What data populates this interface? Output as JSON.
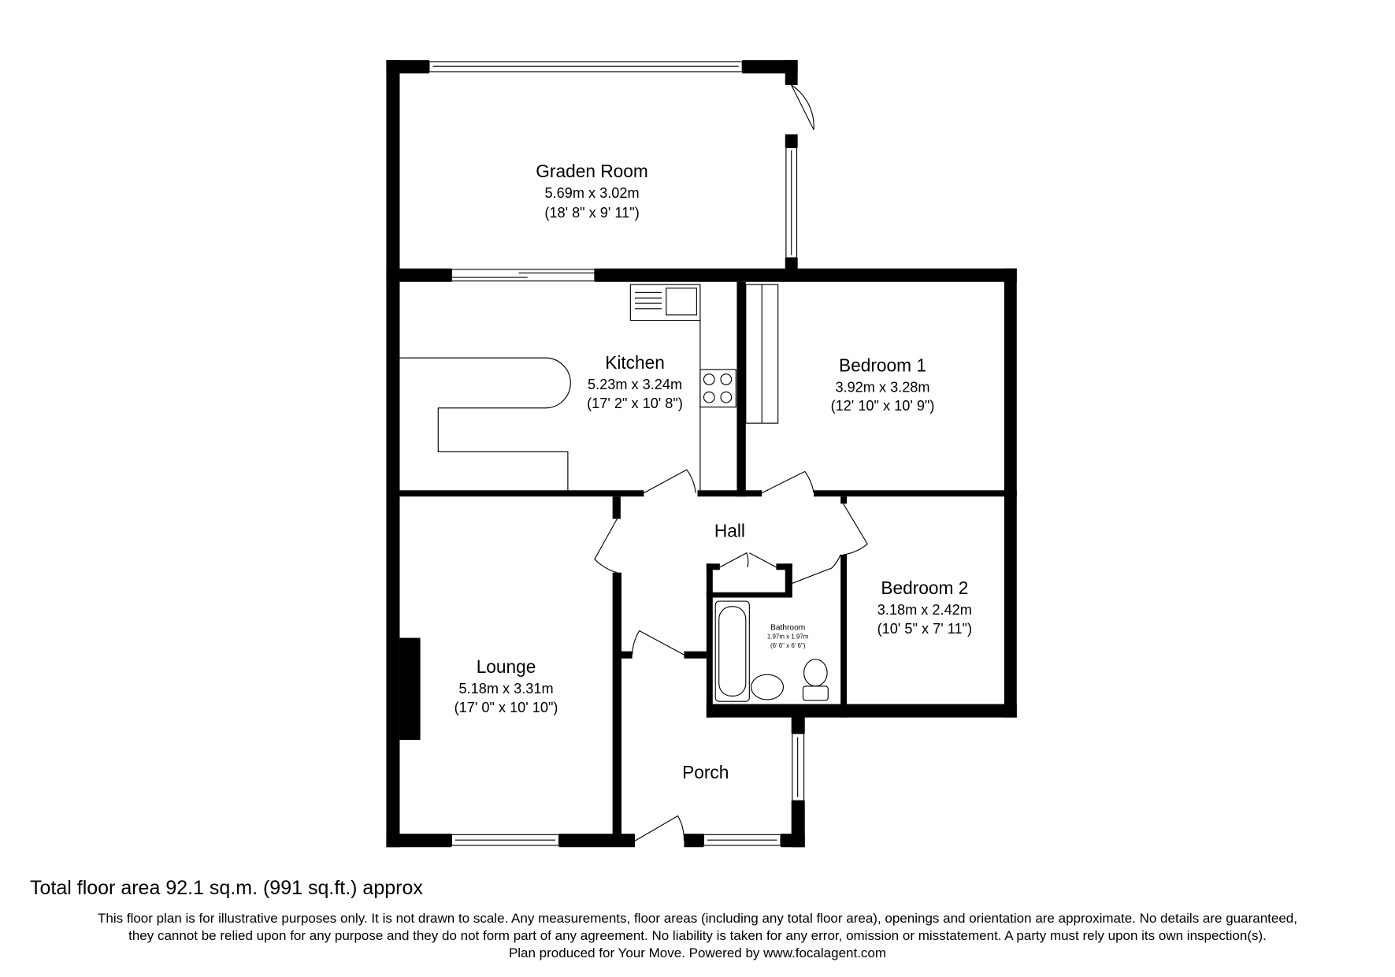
{
  "rooms": {
    "garden_room": {
      "name": "Graden Room",
      "metric": "5.69m x 3.02m",
      "imperial": "(18' 8\" x 9' 11\")"
    },
    "kitchen": {
      "name": "Kitchen",
      "metric": "5.23m x 3.24m",
      "imperial": "(17' 2\" x 10' 8\")"
    },
    "bedroom1": {
      "name": "Bedroom 1",
      "metric": "3.92m x 3.28m",
      "imperial": "(12' 10\" x 10' 9\")"
    },
    "hall": {
      "name": "Hall"
    },
    "bedroom2": {
      "name": "Bedroom 2",
      "metric": "3.18m x 2.42m",
      "imperial": "(10' 5\" x 7' 11\")"
    },
    "bathroom": {
      "name": "Bathroom",
      "metric": "1.97m x 1.97m",
      "imperial": "(6' 6\" x 6' 6\")"
    },
    "lounge": {
      "name": "Lounge",
      "metric": "5.18m x 3.31m",
      "imperial": "(17' 0\" x 10' 10\")"
    },
    "porch": {
      "name": "Porch"
    }
  },
  "footer": {
    "total_area": "Total floor area 92.1 sq.m. (991 sq.ft.) approx",
    "disclaimer_1": "This floor plan is for illustrative purposes only. It is not drawn to scale. Any measurements, floor areas (including any total floor area), openings and orientation are approximate. No details are guaranteed,",
    "disclaimer_2": "they cannot be relied upon for any purpose and they do not form part of any agreement. No liability is taken for any error, omission or misstatement. A party must rely upon its own inspection(s).",
    "credit": "Plan produced for Your Move. Powered by www.focalagent.com"
  }
}
